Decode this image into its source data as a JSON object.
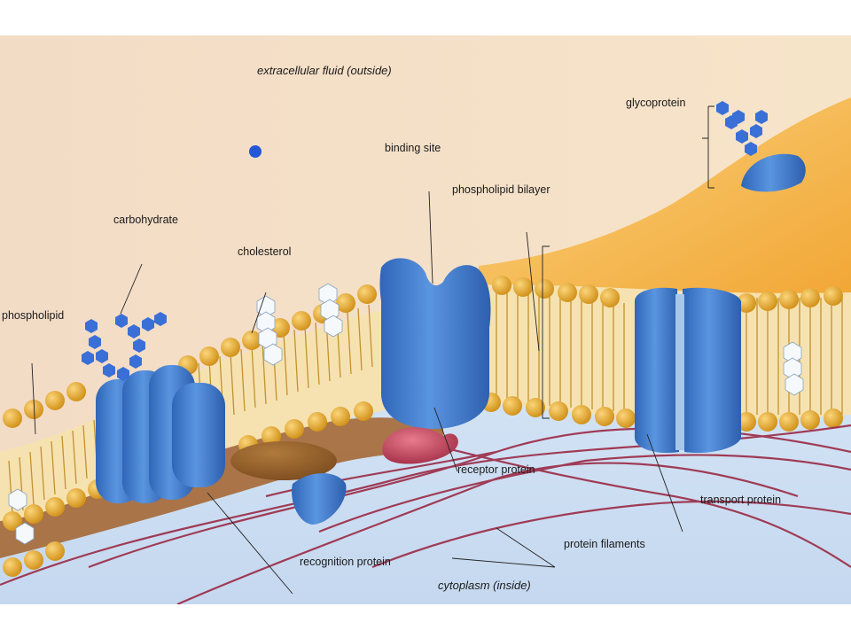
{
  "labels": {
    "extracellular": "extracellular fluid (outside)",
    "glycoprotein": "glycoprotein",
    "binding_site": "binding site",
    "phospholipid_bilayer": "phospholipid bilayer",
    "carbohydrate": "carbohydrate",
    "cholesterol": "cholesterol",
    "phospholipid": "phospholipid",
    "receptor_protein": "receptor protein",
    "transport_protein": "transport protein",
    "protein_filaments": "protein filaments",
    "recognition_protein": "recognition protein",
    "cytoplasm": "cytoplasm (inside)"
  },
  "colors": {
    "outside_fluid": "#f3dfc8",
    "cytoplasm": "#cfe0f3",
    "cell_body": "#f6b850",
    "phospholipid_head": "#e9a726",
    "tail": "#c99a3c",
    "protein_blue": "#4a86d6",
    "carbohydrate_blue": "#3a6fd8",
    "receptor_red": "#c8485f",
    "filament": "#9b2a45",
    "cholesterol": "#f4f7fb"
  }
}
